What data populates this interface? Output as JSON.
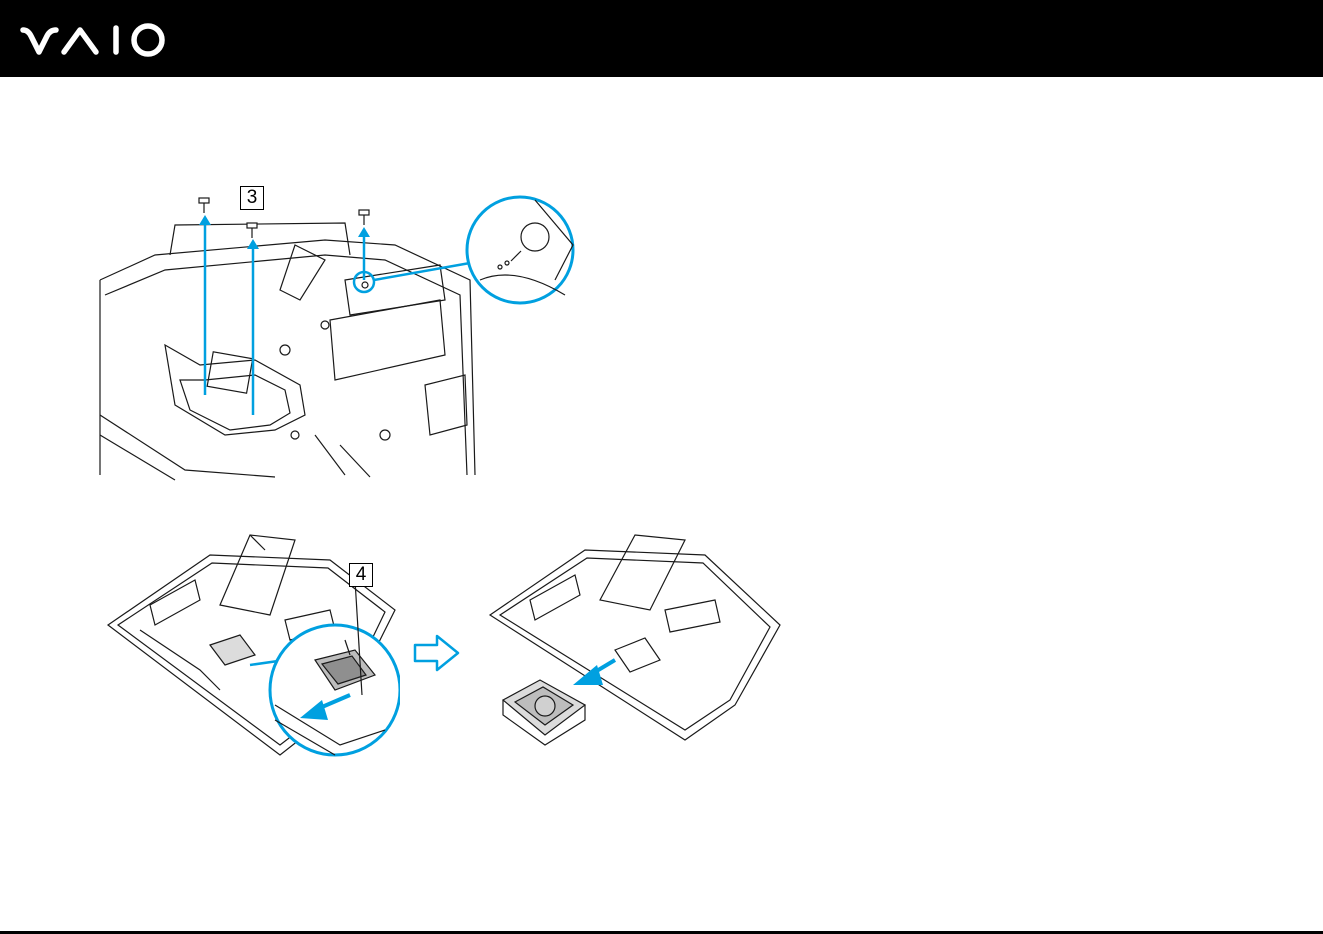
{
  "header": {
    "logo_alt": "VAIO",
    "logo_icon": "vaio-logo"
  },
  "steps": [
    {
      "number": "3"
    },
    {
      "number": "4"
    }
  ],
  "colors": {
    "header_bg": "#000000",
    "accent": "#00a0e0",
    "line": "#1a1a1a"
  }
}
